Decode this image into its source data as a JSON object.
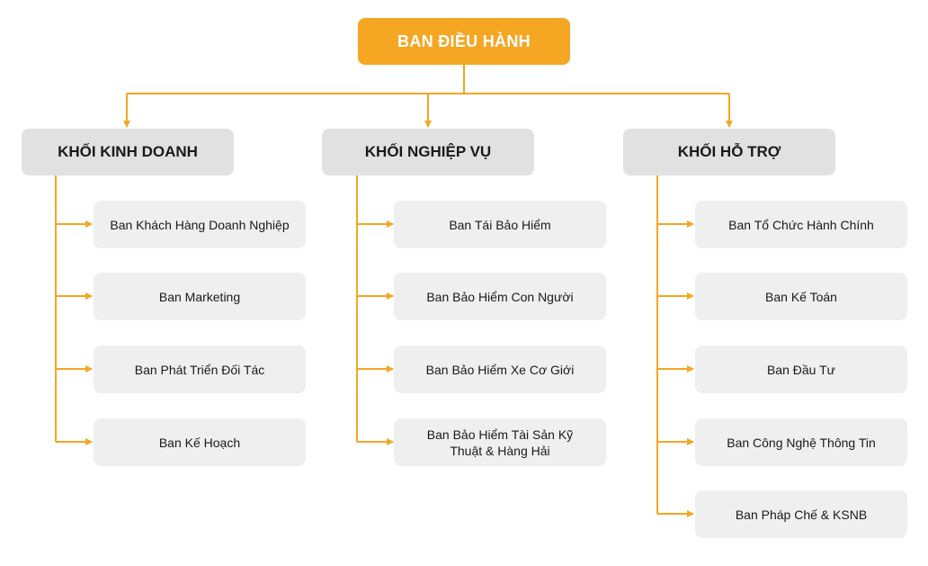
{
  "colors": {
    "accent": "#f5a623",
    "group_box": "#e1e1e1",
    "unit_box": "#efefef",
    "text": "#1a1a1a"
  },
  "root": {
    "label": "BAN ĐIỀU HÀNH"
  },
  "groups": [
    {
      "label": "KHỐI KINH DOANH",
      "units": [
        "Ban Khách Hàng Doanh Nghiệp",
        "Ban Marketing",
        "Ban Phát Triển Đối Tác",
        "Ban Kế Hoạch"
      ]
    },
    {
      "label": "KHỐI NGHIỆP VỤ",
      "units": [
        "Ban Tái Bảo Hiểm",
        "Ban Bảo Hiểm Con Người",
        "Ban Bảo Hiểm Xe Cơ Giới",
        "Ban Bảo Hiểm Tài Sản Kỹ Thuật & Hàng Hải"
      ]
    },
    {
      "label": "KHỐI HỖ TRỢ",
      "units": [
        "Ban Tổ Chức Hành Chính",
        "Ban Kế Toán",
        "Ban Đầu Tư",
        "Ban Công Nghệ Thông Tin",
        "Ban Pháp Chế & KSNB"
      ]
    }
  ]
}
